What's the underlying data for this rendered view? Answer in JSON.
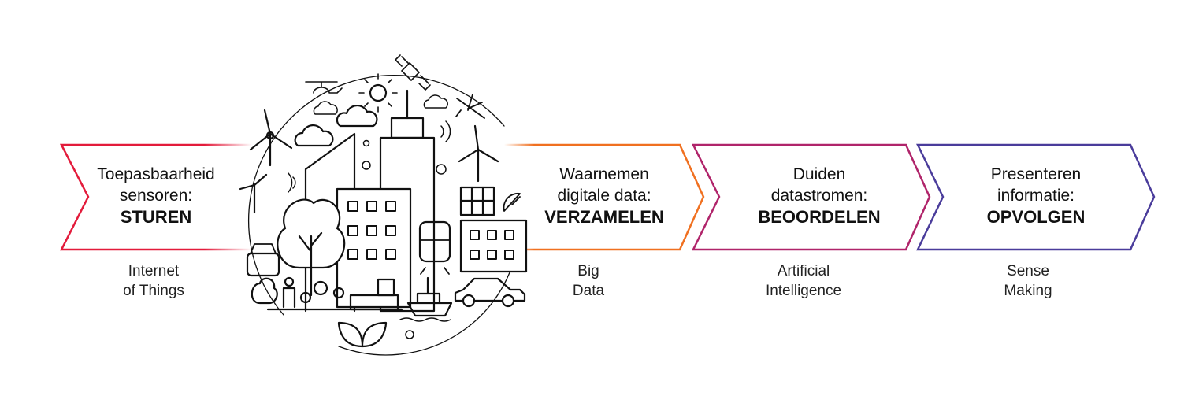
{
  "steps": [
    {
      "line1": "Toepasbaarheid",
      "line2": "sensoren:",
      "action": "STUREN",
      "sub1": "Internet",
      "sub2": "of Things",
      "color": "#e31b3b"
    },
    {
      "line1": "Waarnemen",
      "line2": "digitale data:",
      "action": "VERZAMELEN",
      "sub1": "Big",
      "sub2": "Data",
      "color": "#f07020"
    },
    {
      "line1": "Duiden",
      "line2": "datastromen:",
      "action": "BEOORDELEN",
      "sub1": "Artificial",
      "sub2": "Intelligence",
      "color": "#b0246a"
    },
    {
      "line1": "Presenteren",
      "line2": "informatie:",
      "action": "OPVOLGEN",
      "sub1": "Sense",
      "sub2": "Making",
      "color": "#4a3c9b"
    }
  ]
}
